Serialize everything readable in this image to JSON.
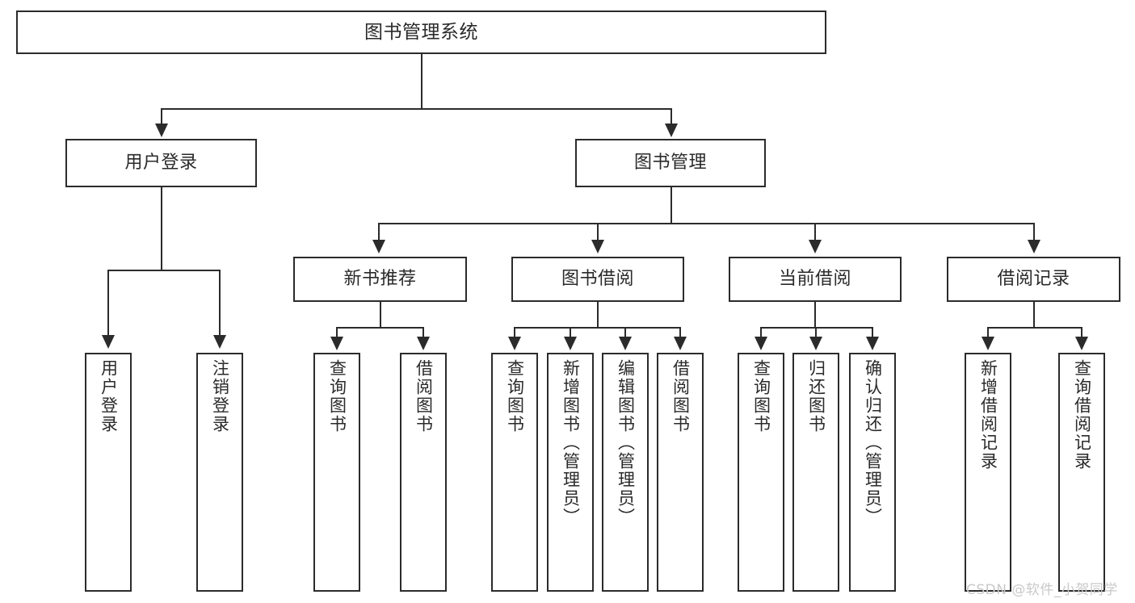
{
  "diagram": {
    "type": "tree",
    "title": "图书管理系统",
    "watermark": "CSDN @软件_小贺同学",
    "colors": {
      "box_border": "#2b2b2b",
      "box_fill": "#ffffff",
      "text": "#2a2a2a",
      "connector": "#2b2b2b",
      "watermark": "#c9c9c9",
      "background": "#ffffff"
    },
    "nodes": {
      "root": {
        "label": "图书管理系统"
      },
      "level1": [
        {
          "label": "用户登录"
        },
        {
          "label": "图书管理"
        }
      ],
      "level2": [
        {
          "label": "新书推荐"
        },
        {
          "label": "图书借阅"
        },
        {
          "label": "当前借阅"
        },
        {
          "label": "借阅记录"
        }
      ],
      "leaves_user_login": [
        {
          "label": "用户登录"
        },
        {
          "label": "注销登录"
        }
      ],
      "leaves_new_books": [
        {
          "label": "查询图书"
        },
        {
          "label": "借阅图书"
        }
      ],
      "leaves_borrow": [
        {
          "label": "查询图书"
        },
        {
          "label": "新增图书（管理员）"
        },
        {
          "label": "编辑图书（管理员）"
        },
        {
          "label": "借阅图书"
        }
      ],
      "leaves_current": [
        {
          "label": "查询图书"
        },
        {
          "label": "归还图书"
        },
        {
          "label": "确认归还（管理员）"
        }
      ],
      "leaves_records": [
        {
          "label": "新增借阅记录"
        },
        {
          "label": "查询借阅记录"
        }
      ]
    }
  }
}
